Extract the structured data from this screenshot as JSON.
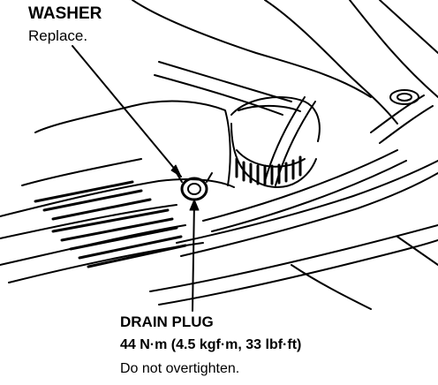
{
  "labels": {
    "washer": {
      "title": "WASHER",
      "note": "Replace."
    },
    "drain_plug": {
      "title": "DRAIN PLUG",
      "torque": "44 N·m (4.5 kgf·m, 33 lbf·ft)",
      "note": "Do not overtighten."
    }
  },
  "colors": {
    "ink": "#000000",
    "paper": "#ffffff"
  }
}
